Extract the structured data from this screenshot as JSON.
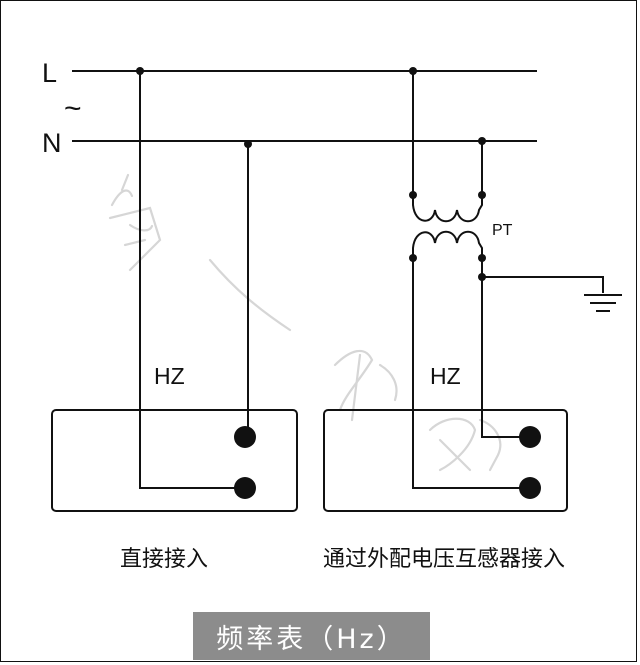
{
  "diagram": {
    "line_label": "L",
    "neutral_label": "N",
    "ac_symbol": "~",
    "left_meter_label": "HZ",
    "right_meter_label": "HZ",
    "transformer_label": "PT",
    "left_caption": "直接接入",
    "right_caption": "通过外配电压互感器接入",
    "footer_title": "频率表（Hz）",
    "watermark": "尚一电器"
  },
  "colors": {
    "line": "#111111",
    "footer_bg": "#8c8c8c",
    "footer_text": "#ffffff",
    "watermark": "#d2d2d2"
  }
}
